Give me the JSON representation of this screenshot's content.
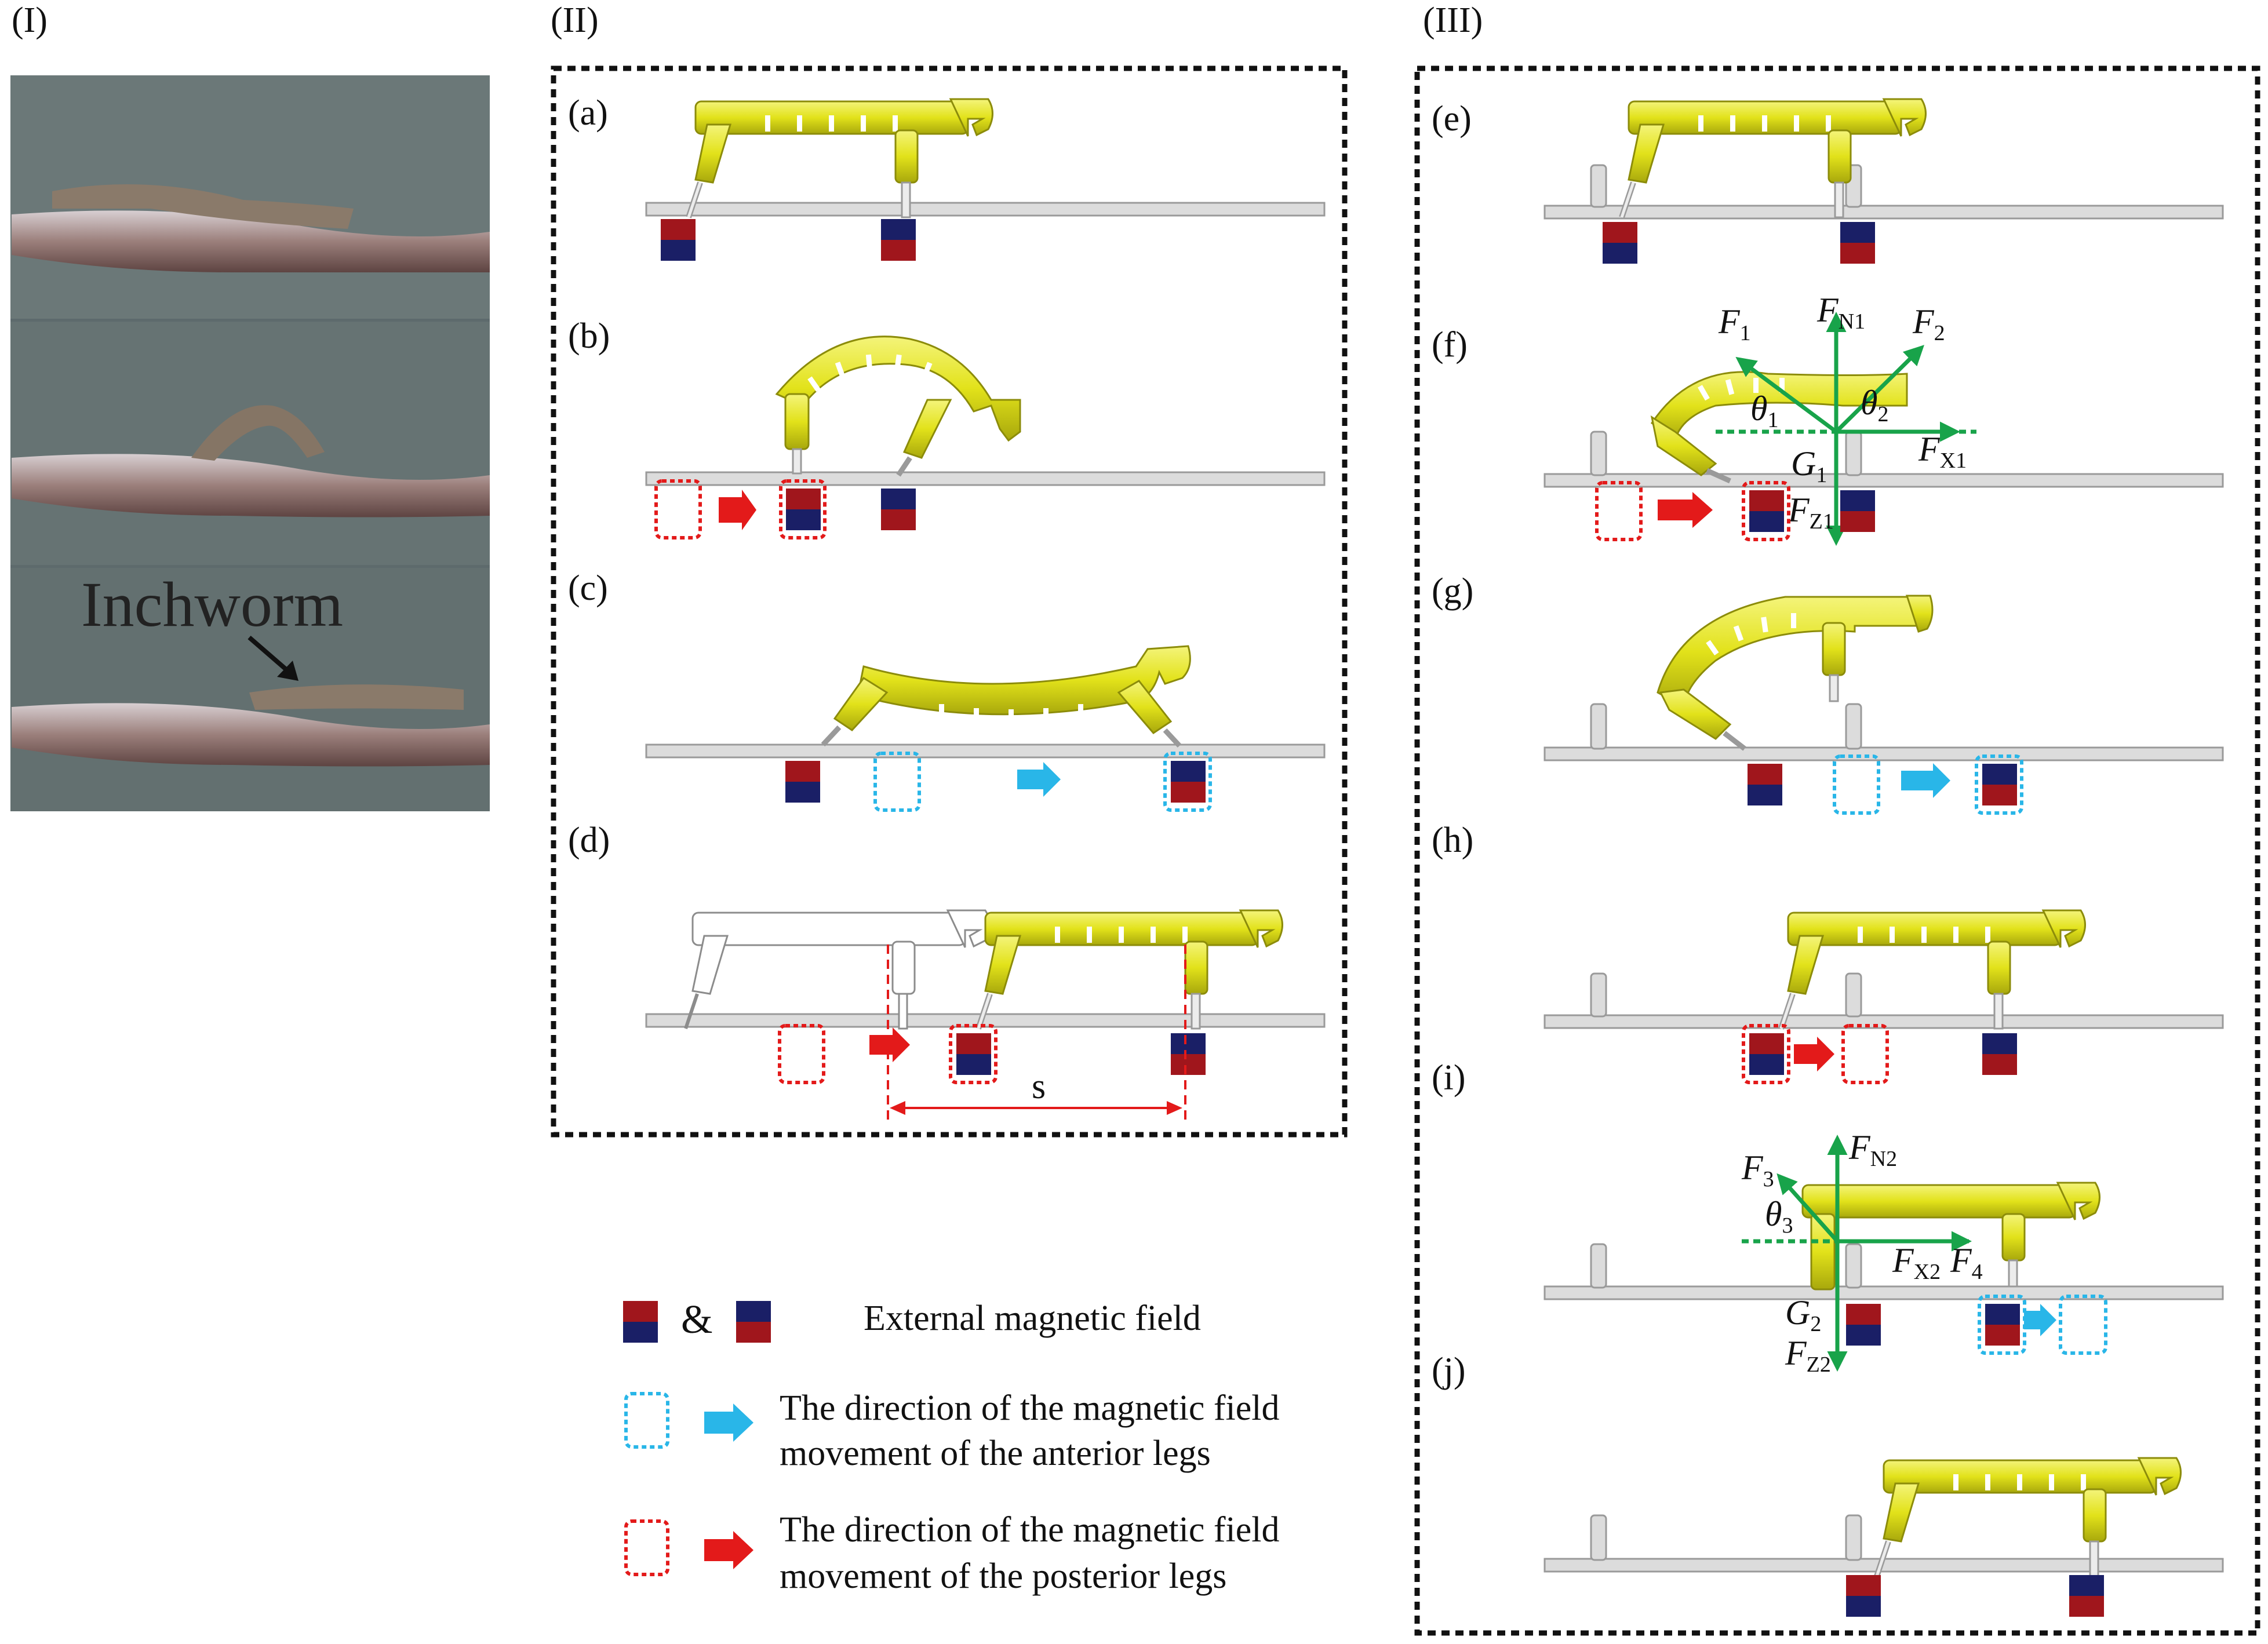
{
  "panels": {
    "I": "(I)",
    "II": "(II)",
    "III": "(III)"
  },
  "photo_label": "Inchworm",
  "subpanels": [
    "(a)",
    "(b)",
    "(c)",
    "(d)",
    "(e)",
    "(f)",
    "(g)",
    "(h)",
    "(i)",
    "(j)"
  ],
  "distance_label": "s",
  "forces": {
    "F1": "F",
    "F1_sub": "1",
    "FN1": "F",
    "FN1_sub": "N1",
    "F2": "F",
    "F2_sub": "2",
    "theta1": "θ",
    "theta1_sub": "1",
    "theta2": "θ",
    "theta2_sub": "2",
    "FX1": "F",
    "FX1_sub": "X1",
    "G1": "G",
    "G1_sub": "1",
    "FZ1": "F",
    "FZ1_sub": "Z1",
    "FN2": "F",
    "FN2_sub": "N2",
    "F3": "F",
    "F3_sub": "3",
    "theta3": "θ",
    "theta3_sub": "3",
    "FX2": "F",
    "FX2_sub": "X2",
    "F4": "F",
    "F4_sub": "4",
    "G2": "G",
    "G2_sub": "2",
    "FZ2": "F",
    "FZ2_sub": "Z2"
  },
  "legend": {
    "amp": "&",
    "magnet": "External magnetic field",
    "anterior_line1": "The direction of the magnetic field",
    "anterior_line2": "movement of the anterior legs",
    "posterior_line1": "The direction of the magnetic field",
    "posterior_line2": "movement of the posterior legs"
  },
  "colors": {
    "robot": "#e6e61a",
    "magnet_red": "#a0161c",
    "magnet_blue": "#1a1f66",
    "anterior": "#29b6e8",
    "posterior": "#e31a1a",
    "force": "#18a34a"
  }
}
